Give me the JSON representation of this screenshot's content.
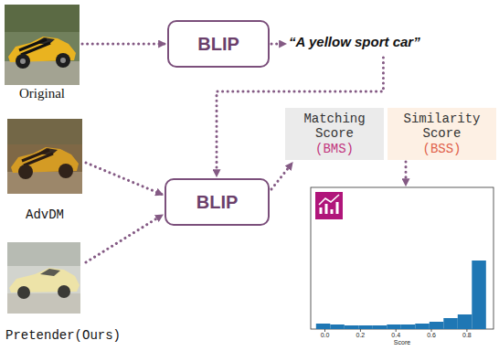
{
  "diagram": {
    "nodes": [
      {
        "text": [
          "Original"
        ]
      },
      {
        "text": [
          "BLIP"
        ]
      },
      {
        "text": [
          "“A yellow sport car”"
        ]
      },
      {
        "text": [
          "AdvDM"
        ]
      },
      {
        "text": [
          "Pretender(Ours)"
        ]
      },
      {
        "text": [
          "BLIP"
        ]
      },
      {
        "text": [
          "Matching Score",
          "(BMS)"
        ]
      },
      {
        "text": [
          "Similarity Score",
          "(BSS)"
        ]
      },
      {
        "text": [
          "0.0",
          "0.2",
          "0.4",
          "0.6",
          "0.8",
          "Score"
        ]
      }
    ],
    "edges": [
      {
        "from": 0,
        "to": 1,
        "arrow": "to"
      },
      {
        "from": 1,
        "to": 2,
        "arrow": "to"
      },
      {
        "from": 2,
        "to": 5,
        "arrow": "to"
      },
      {
        "from": 3,
        "to": 5,
        "arrow": "to"
      },
      {
        "from": 4,
        "to": 5,
        "arrow": "to"
      },
      {
        "from": 5,
        "to": 6,
        "arrow": "to"
      },
      {
        "from": 7,
        "to": 8,
        "arrow": "to"
      }
    ]
  }
}
